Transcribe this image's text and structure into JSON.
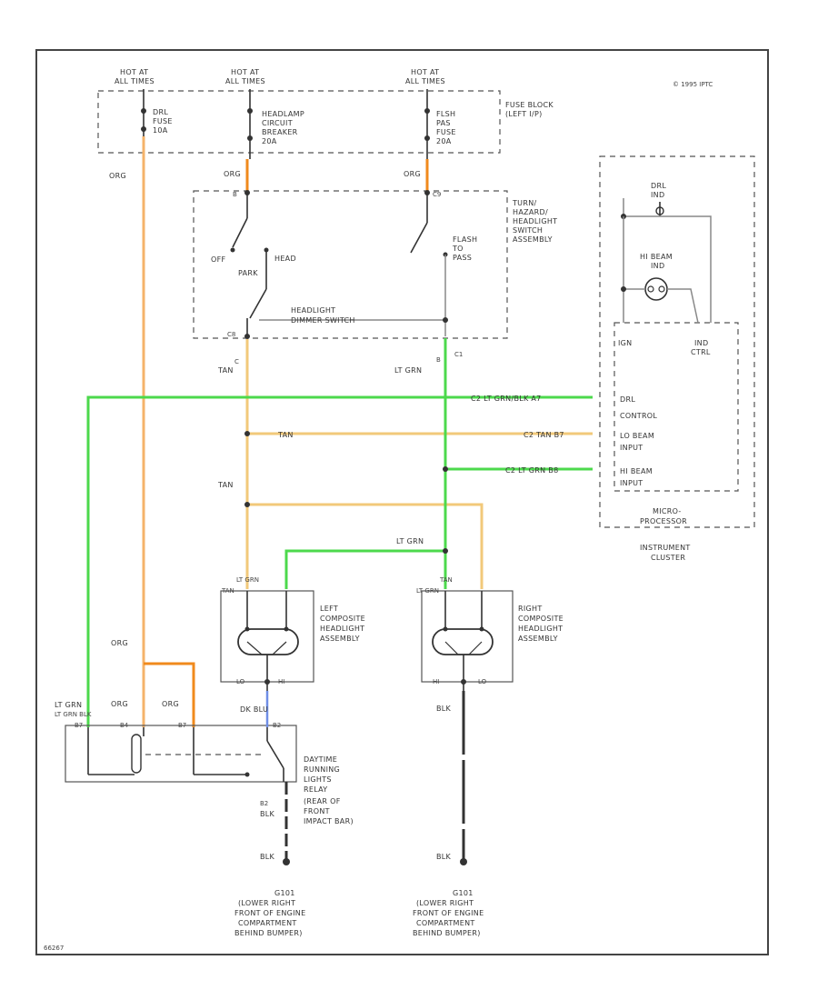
{
  "copyright": "© 1995 IPTC",
  "figure_id": "66267",
  "fuse_block": {
    "label_1": "FUSE BLOCK",
    "label_2": "(LEFT I/P)",
    "feeds": [
      {
        "l1": "HOT AT",
        "l2": "ALL TIMES"
      },
      {
        "l1": "HOT AT",
        "l2": "ALL TIMES"
      },
      {
        "l1": "HOT AT",
        "l2": "ALL TIMES"
      }
    ],
    "fuses": [
      {
        "l1": "DRL",
        "l2": "FUSE",
        "l3": "10A"
      },
      {
        "l1": "HEADLAMP",
        "l2": "CIRCUIT",
        "l3": "BREAKER",
        "l4": "20A"
      },
      {
        "l1": "FLSH",
        "l2": "PAS",
        "l3": "FUSE",
        "l4": "20A"
      }
    ]
  },
  "switch": {
    "l1": "TURN/",
    "l2": "HAZARD/",
    "l3": "HEADLIGHT",
    "l4": "SWITCH",
    "l5": "ASSEMBLY",
    "pos_off": "OFF",
    "pos_park": "PARK",
    "pos_head": "HEAD",
    "flash_1": "FLASH",
    "flash_2": "TO",
    "flash_3": "PASS",
    "dimmer_1": "HEADLIGHT",
    "dimmer_2": "DIMMER SWITCH",
    "pin_b": "B",
    "pin_c9": "C9",
    "pin_c8": "C8",
    "pin_c": "C",
    "pin_b2": "B",
    "pin_c1": "C1"
  },
  "wires": {
    "org": "ORG",
    "tan": "TAN",
    "lt_grn": "LT GRN",
    "lt_grn_blk": "LT GRN/BLK",
    "dk_blu": "DK BLU",
    "blk": "BLK",
    "lt_grn_short": "LT GRN",
    "lt_grn_blk_short": "LT GRN BLK"
  },
  "cluster": {
    "drl_1": "DRL",
    "drl_2": "IND",
    "hi_beam_1": "HI BEAM",
    "hi_beam_2": "IND",
    "ign": "IGN",
    "ind_1": "IND",
    "ind_2": "CTRL",
    "in1_1": "DRL",
    "in1_2": "CONTROL",
    "in2_1": "LO BEAM",
    "in2_2": "INPUT",
    "in3_1": "HI BEAM",
    "in3_2": "INPUT",
    "micro_1": "MICRO-",
    "micro_2": "PROCESSOR",
    "cluster_1": "INSTRUMENT",
    "cluster_2": "CLUSTER",
    "w1": "C2   LT GRN/BLK  A7",
    "w2": "C2   TAN  B7",
    "w3": "C2   LT GRN  B8"
  },
  "left_headlight": {
    "l1": "LEFT",
    "l2": "COMPOSITE",
    "l3": "HEADLIGHT",
    "l4": "ASSEMBLY",
    "wire_top_1": "TAN",
    "wire_top_2": "LT GRN",
    "lo": "LO",
    "hi": "HI"
  },
  "right_headlight": {
    "l1": "RIGHT",
    "l2": "COMPOSITE",
    "l3": "HEADLIGHT",
    "l4": "ASSEMBLY",
    "wire_top_1": "LT GRN",
    "wire_top_2": "TAN",
    "lo": "LO",
    "hi": "HI"
  },
  "relay": {
    "l1": "DAYTIME",
    "l2": "RUNNING",
    "l3": "LIGHTS",
    "l4": "RELAY",
    "l5": "(REAR OF",
    "l6": "FRONT",
    "l7": "IMPACT BAR)",
    "pin1": "B7",
    "pin2": "B4",
    "pin3": "B7",
    "pin4": "B2",
    "wire_blk": "BLK",
    "wire_blk2": "BLK"
  },
  "grounds": [
    {
      "id": "G101",
      "l1": "(LOWER RIGHT",
      "l2": "FRONT OF ENGINE",
      "l3": "COMPARTMENT",
      "l4": "BEHIND BUMPER)"
    },
    {
      "id": "G101",
      "l1": "(LOWER RIGHT",
      "l2": "FRONT OF ENGINE",
      "l3": "COMPARTMENT",
      "l4": "BEHIND BUMPER)"
    }
  ],
  "colors": {
    "org": "#f5b36a",
    "tan": "#f2c97a",
    "lt_grn": "#4cd94c",
    "dk_blu": "#6f8ee6",
    "blk": "#333333"
  }
}
